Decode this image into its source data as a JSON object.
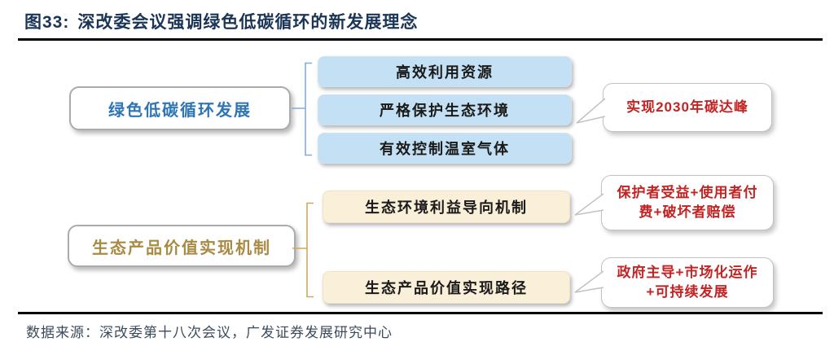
{
  "figure": {
    "label": "图33:",
    "title": "深改委会议强调绿色低碳循环的新发展理念",
    "source": "数据来源：深改委第十八次会议，广发证券发展研究中心"
  },
  "colors": {
    "title_navy": "#1B3557",
    "blue_label_text": "#2E75B6",
    "gold_label_text": "#A98A43",
    "red_callout_text": "#C32323",
    "blue_item_fill": "#C4E0F4",
    "tan_item_fill": "#FAF0D9",
    "bracket_blue": "#82ABDB",
    "bracket_gold": "#CDA95E",
    "rule_black": "#000000"
  },
  "diagram": {
    "groups": [
      {
        "label": "绿色低碳循环发展",
        "items": [
          "高效利用资源",
          "严格保护生态环境",
          "有效控制温室气体"
        ],
        "callouts": [
          {
            "attached_to": "严格保护生态环境",
            "lines": [
              "实现2030年碳达峰"
            ]
          }
        ]
      },
      {
        "label": "生态产品价值实现机制",
        "items": [
          "生态环境利益导向机制",
          "生态产品价值实现路径"
        ],
        "callouts": [
          {
            "attached_to": "生态环境利益导向机制",
            "lines": [
              "保护者受益+使用者付",
              "费+破坏者赔偿"
            ]
          },
          {
            "attached_to": "生态产品价值实现路径",
            "lines": [
              "政府主导+市场化运作",
              "+可持续发展"
            ]
          }
        ]
      }
    ]
  }
}
